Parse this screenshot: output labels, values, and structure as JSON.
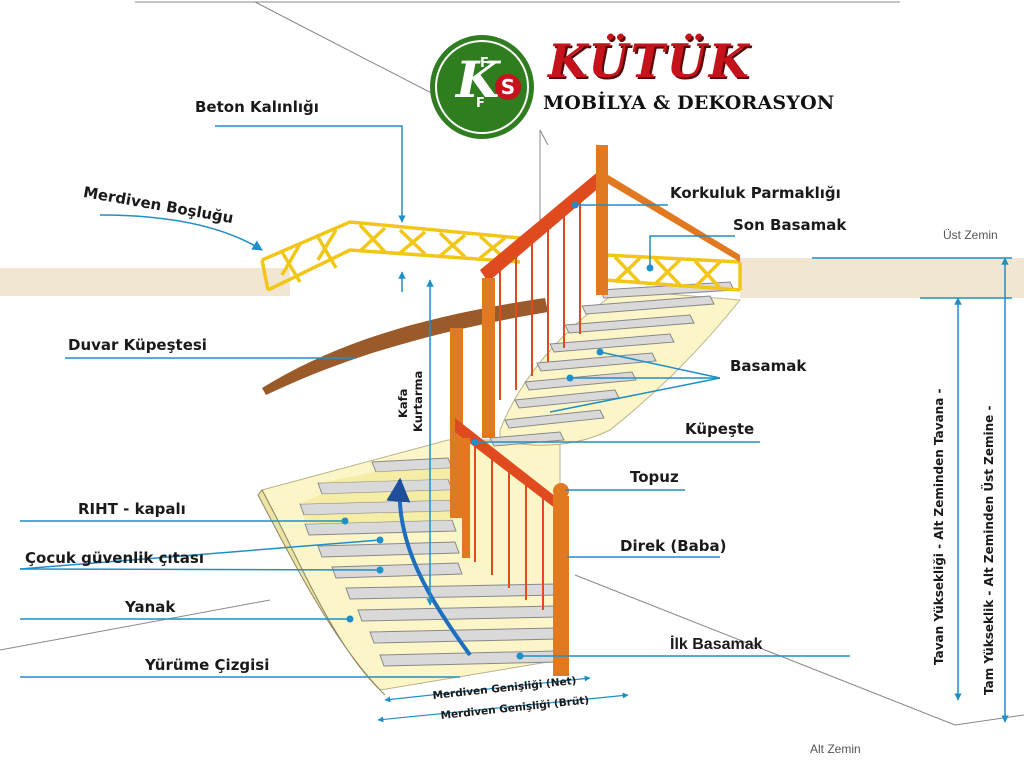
{
  "logo": {
    "monogram": [
      "K",
      "F",
      "F",
      "S"
    ],
    "brand": "KÜTÜK",
    "tagline": "MOBİLYA & DEKORASYON"
  },
  "labels": {
    "beton_kalinligi": "Beton Kalınlığı",
    "merdiven_boslugu": "Merdiven Boşluğu",
    "duvar_kupestesi": "Duvar Küpeştesi",
    "riht_kapali": "RIHT - kapalı",
    "cocuk_guvenlik": "Çocuk güvenlik çıtası",
    "yanak": "Yanak",
    "yurume_cizgisi": "Yürüme Çizgisi",
    "korkuluk_parmakligi": "Korkuluk Parmaklığı",
    "son_basamak": "Son Basamak",
    "basamak": "Basamak",
    "kupeste": "Küpeşte",
    "topuz": "Topuz",
    "direk_baba": "Direk (Baba)",
    "ilk_basamak": "İlk  Basamak",
    "kafa_kurtarma_1": "Kafa",
    "kafa_kurtarma_2": "Kurtarma",
    "merdiven_genisligi_net": "Merdiven Genişliği (Net)",
    "merdiven_genisligi_brut": "Merdiven Genişliği  (Brüt)"
  },
  "zones": {
    "ust_zemin": "Üst Zemin",
    "alt_zemin": "Alt Zemin"
  },
  "vertical_labels": {
    "tavan_yuksekligi": "Tavan Yüksekliği  -  Alt Zeminden Tavana -",
    "tam_yukseklik": "Tam Yükseklik  -  Alt Zeminden Üst Zemine -"
  },
  "colors": {
    "leader_line": "#1f8fc8",
    "logo_green": "#2f7d1f",
    "brand_red": "#c6121b",
    "railing_orange": "#e0791f",
    "railing_red": "#e04a1f",
    "guard_yellow": "#f2c617",
    "stair_cream": "#fbf5c8",
    "step_grey": "#d9d9d9",
    "floor_beige": "#f1e6d2",
    "wood_brown": "#9a5a2a"
  }
}
